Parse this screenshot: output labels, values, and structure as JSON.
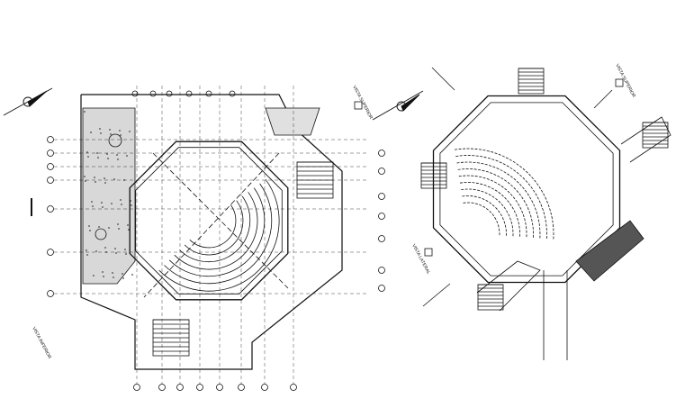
{
  "drawing": {
    "line_color": "#111111",
    "hatch_color": "#333333",
    "background": "#ffffff",
    "left_plan": {
      "stamp_label": "VISTA SUPERIOR",
      "view_label": "VISTA INFERIOR",
      "seating_rows": 7
    },
    "right_plan": {
      "view_label_top": "VISTA SUPERIOR",
      "view_label_bottom": "VISTA LATERAL",
      "seating_rows": 9
    }
  }
}
